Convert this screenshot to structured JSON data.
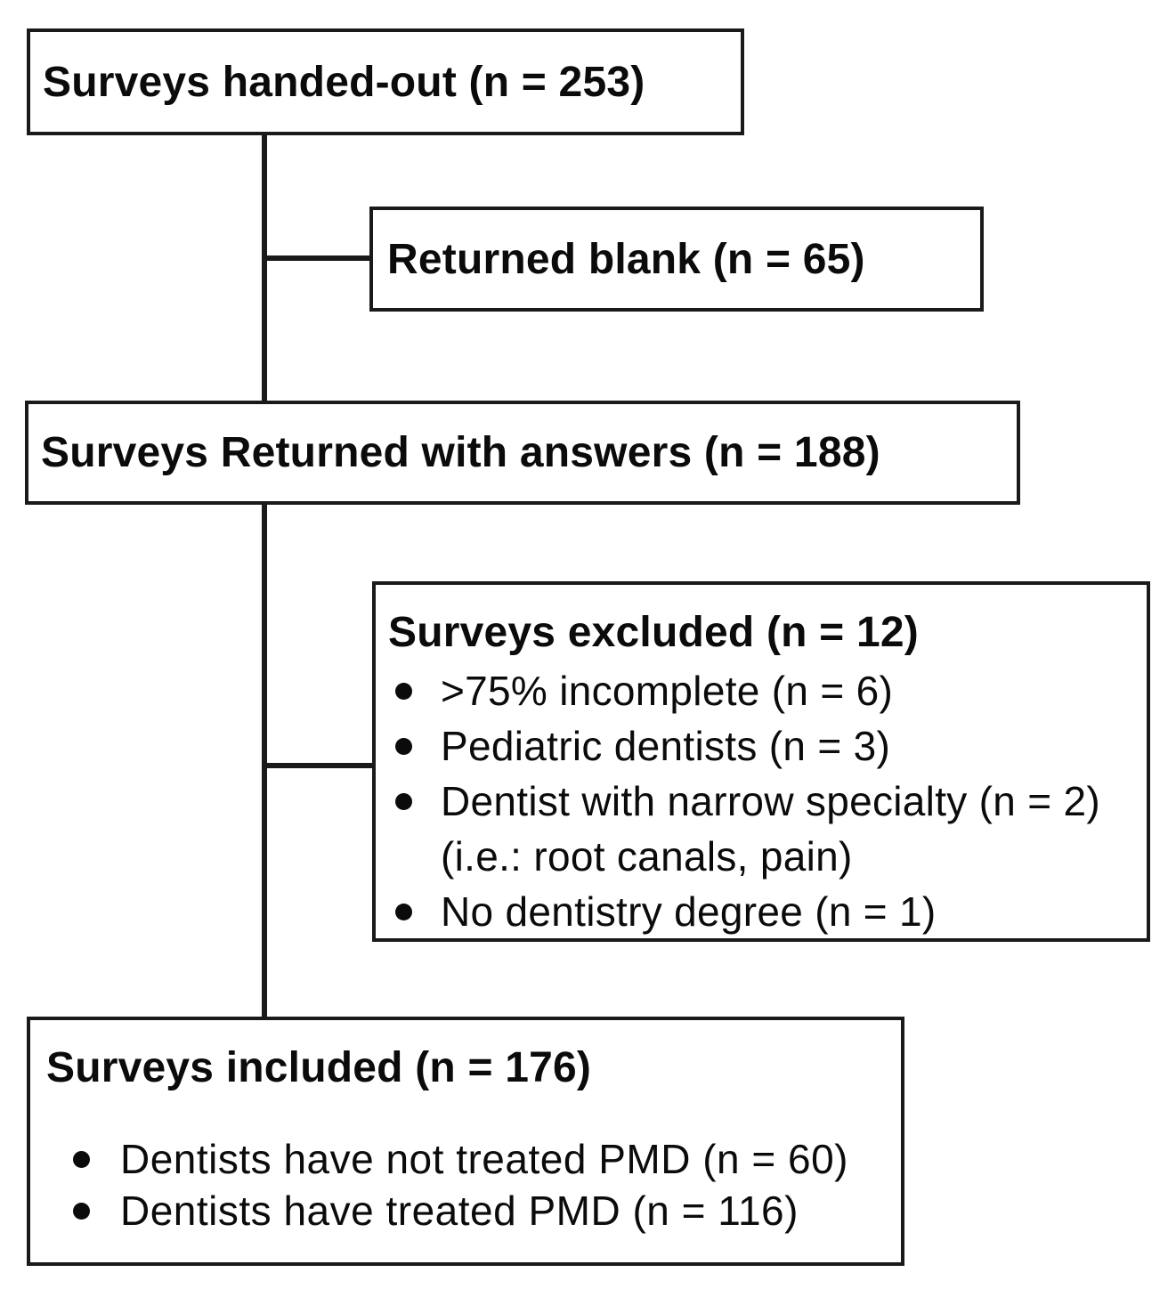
{
  "colors": {
    "background": "#ffffff",
    "border": "#1a1a1a",
    "text": "#0b0b0b"
  },
  "boxes": {
    "handed_out": {
      "label": "Surveys handed-out (n = 253)"
    },
    "returned_blank": {
      "label": "Returned blank (n = 65)"
    },
    "returned_with_answers": {
      "label": "Surveys Returned with answers (n = 188)"
    },
    "excluded": {
      "title": "Surveys excluded (n = 12)",
      "items": [
        {
          "text": ">75% incomplete (n = 6)"
        },
        {
          "text": "Pediatric dentists (n = 3)"
        },
        {
          "text": "Dentist with narrow specialty (n = 2)",
          "note": "(i.e.: root canals, pain)"
        },
        {
          "text": "No dentistry degree (n = 1)"
        }
      ]
    },
    "included": {
      "title": "Surveys included (n = 176)",
      "items": [
        {
          "text": "Dentists have not treated PMD (n = 60)"
        },
        {
          "text": "Dentists have treated PMD (n = 116)"
        }
      ]
    }
  }
}
